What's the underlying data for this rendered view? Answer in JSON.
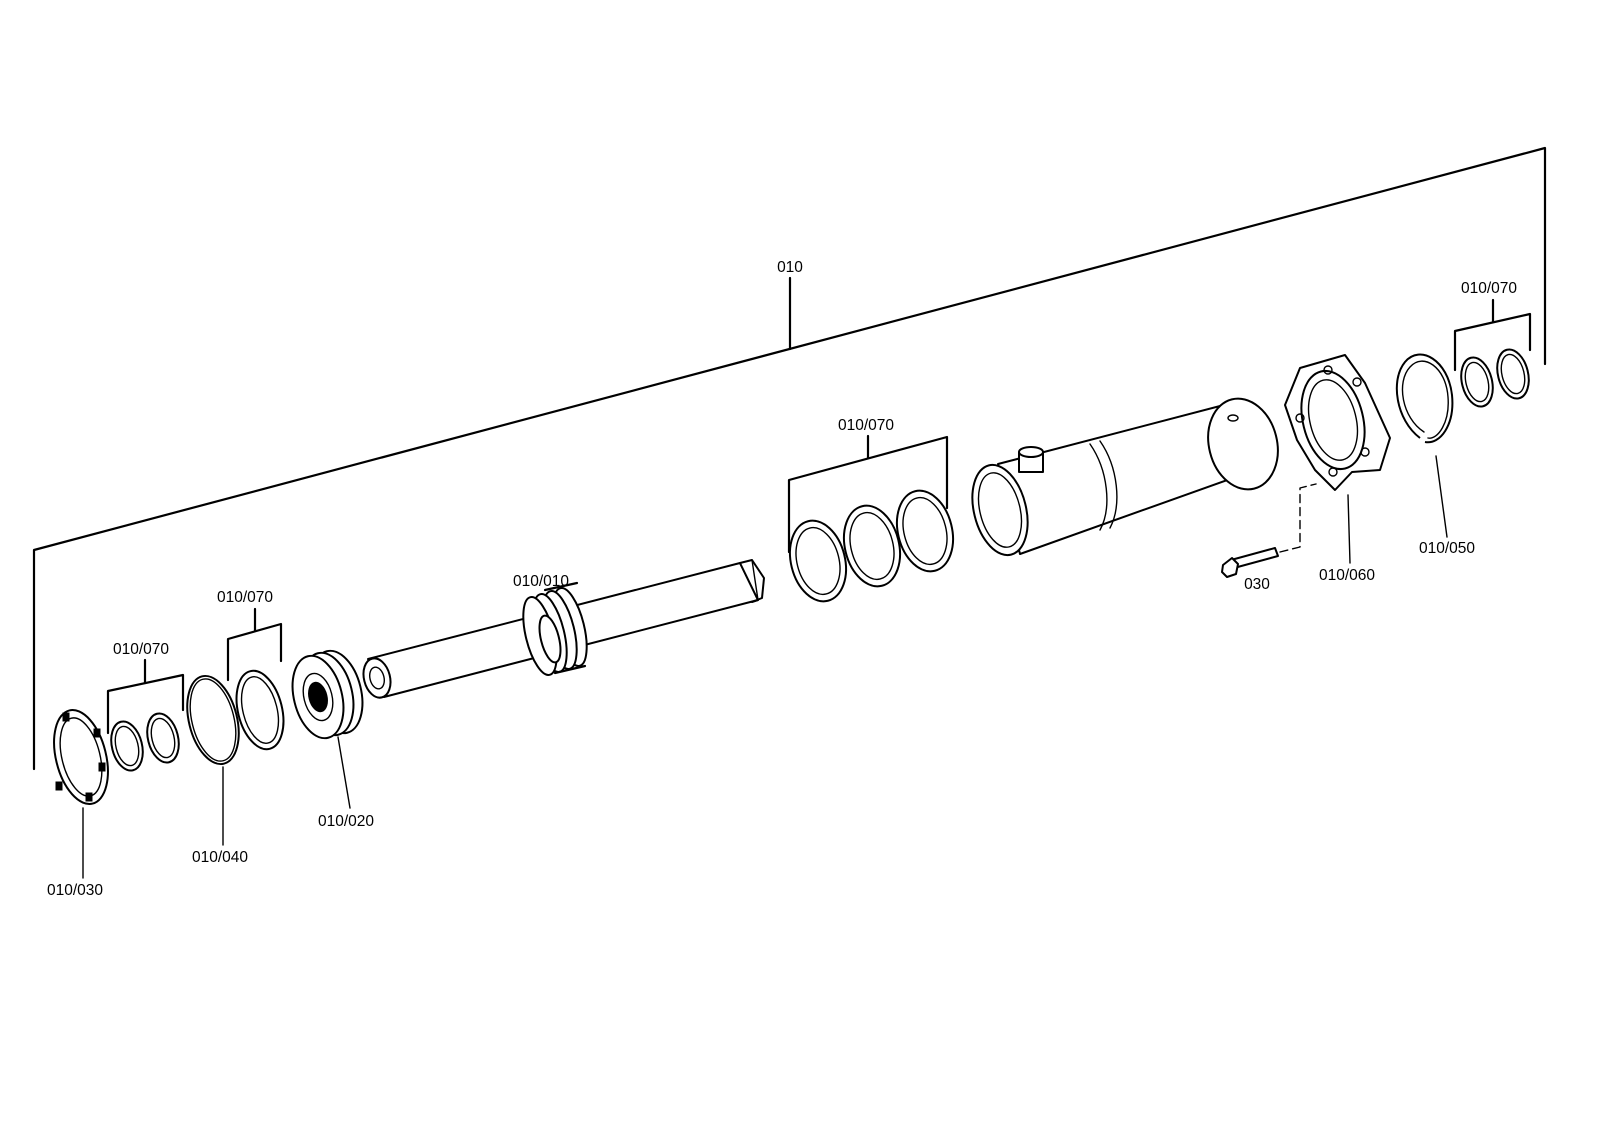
{
  "diagram": {
    "labels": {
      "assembly": "010",
      "cylinder_seals": "010/070",
      "right_seals": "010/070",
      "piston_rod": "010/010",
      "left_seals_a": "010/070",
      "left_seals_b": "010/070",
      "wiper_ring": "010/030",
      "o_ring": "010/040",
      "piston": "010/020",
      "bolt": "030",
      "flange": "010/060",
      "snap_ring": "010/050"
    }
  }
}
